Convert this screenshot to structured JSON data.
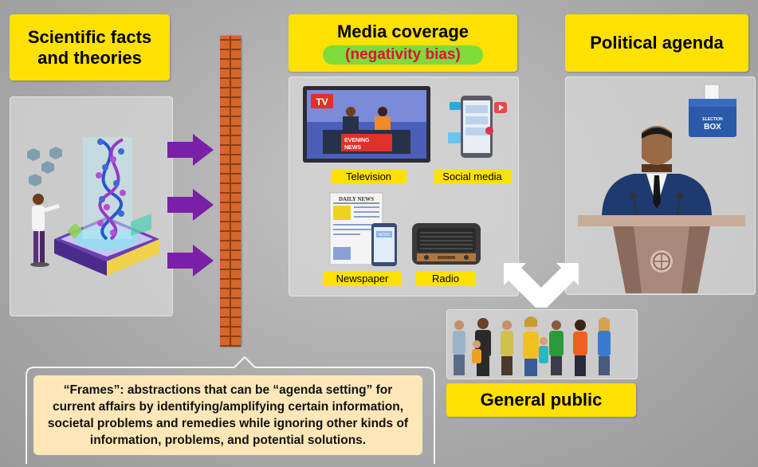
{
  "sections": {
    "science_title_line1": "Scientific facts",
    "science_title_line2": "and theories",
    "media_title": "Media coverage",
    "media_subtitle": "(negativity bias)",
    "political_title": "Political agenda",
    "public_title": "General public"
  },
  "media": {
    "television": "Television",
    "social_media": "Social media",
    "newspaper": "Newspaper",
    "radio": "Radio",
    "tv_badge": "TV",
    "evening_news_line1": "EVENING",
    "evening_news_line2": "NEWS",
    "daily_news": "DAILY NEWS",
    "phone_news": "NEWS"
  },
  "ballot": {
    "line1": "ELECTION",
    "line2": "BOX"
  },
  "frames_note": "“Frames”: abstractions that can be “agenda setting” for current affairs by identifying/amplifying certain information, societal problems and remedies while ignoring other kinds of information, problems, and potential solutions.",
  "colors": {
    "yellow_label": "#ffe100",
    "green_pill": "#7ddc3a",
    "negativity_text": "#e0103a",
    "arrow_purple": "#7a1fa8",
    "brick": "#d2682a",
    "note_bg": "#fde7b8"
  }
}
